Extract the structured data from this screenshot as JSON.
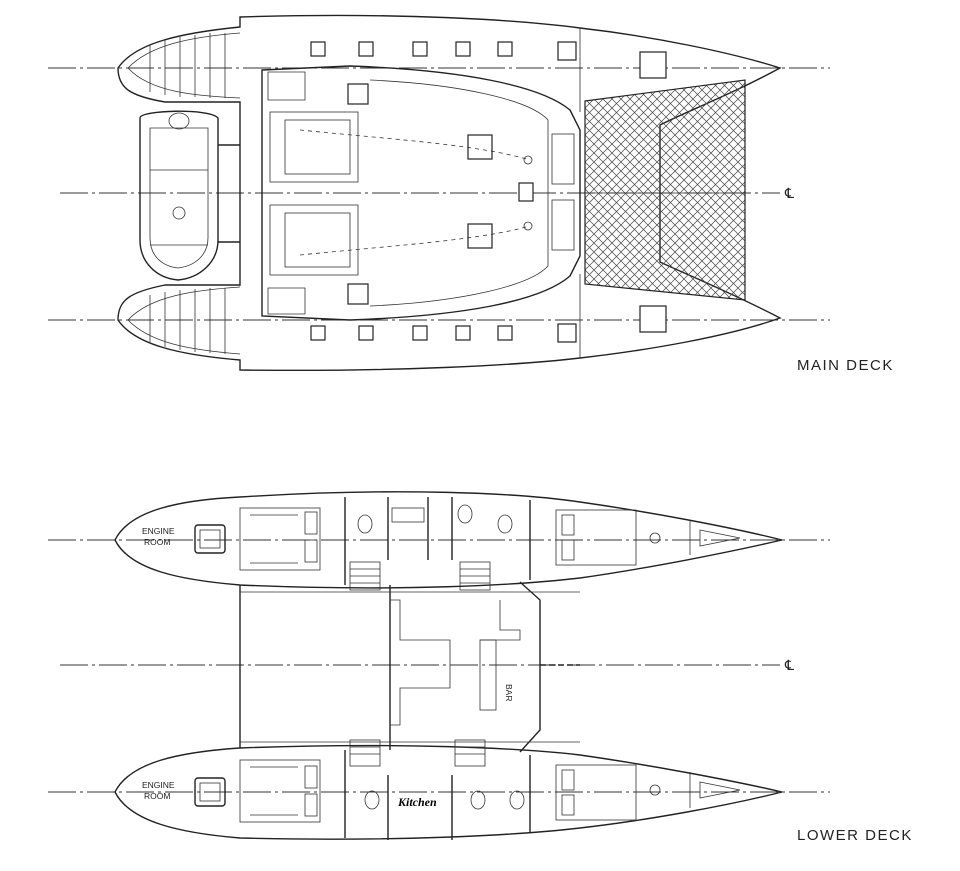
{
  "labels": {
    "main_deck": "MAIN DECK",
    "lower_deck": "LOWER DECK",
    "engine_room_line1": "ENGINE",
    "engine_room_line2": "ROOM",
    "bar": "BAR",
    "kitchen": "Kitchen",
    "centerline_symbol": "℄"
  },
  "colors": {
    "line": "#222222",
    "background": "#ffffff"
  }
}
